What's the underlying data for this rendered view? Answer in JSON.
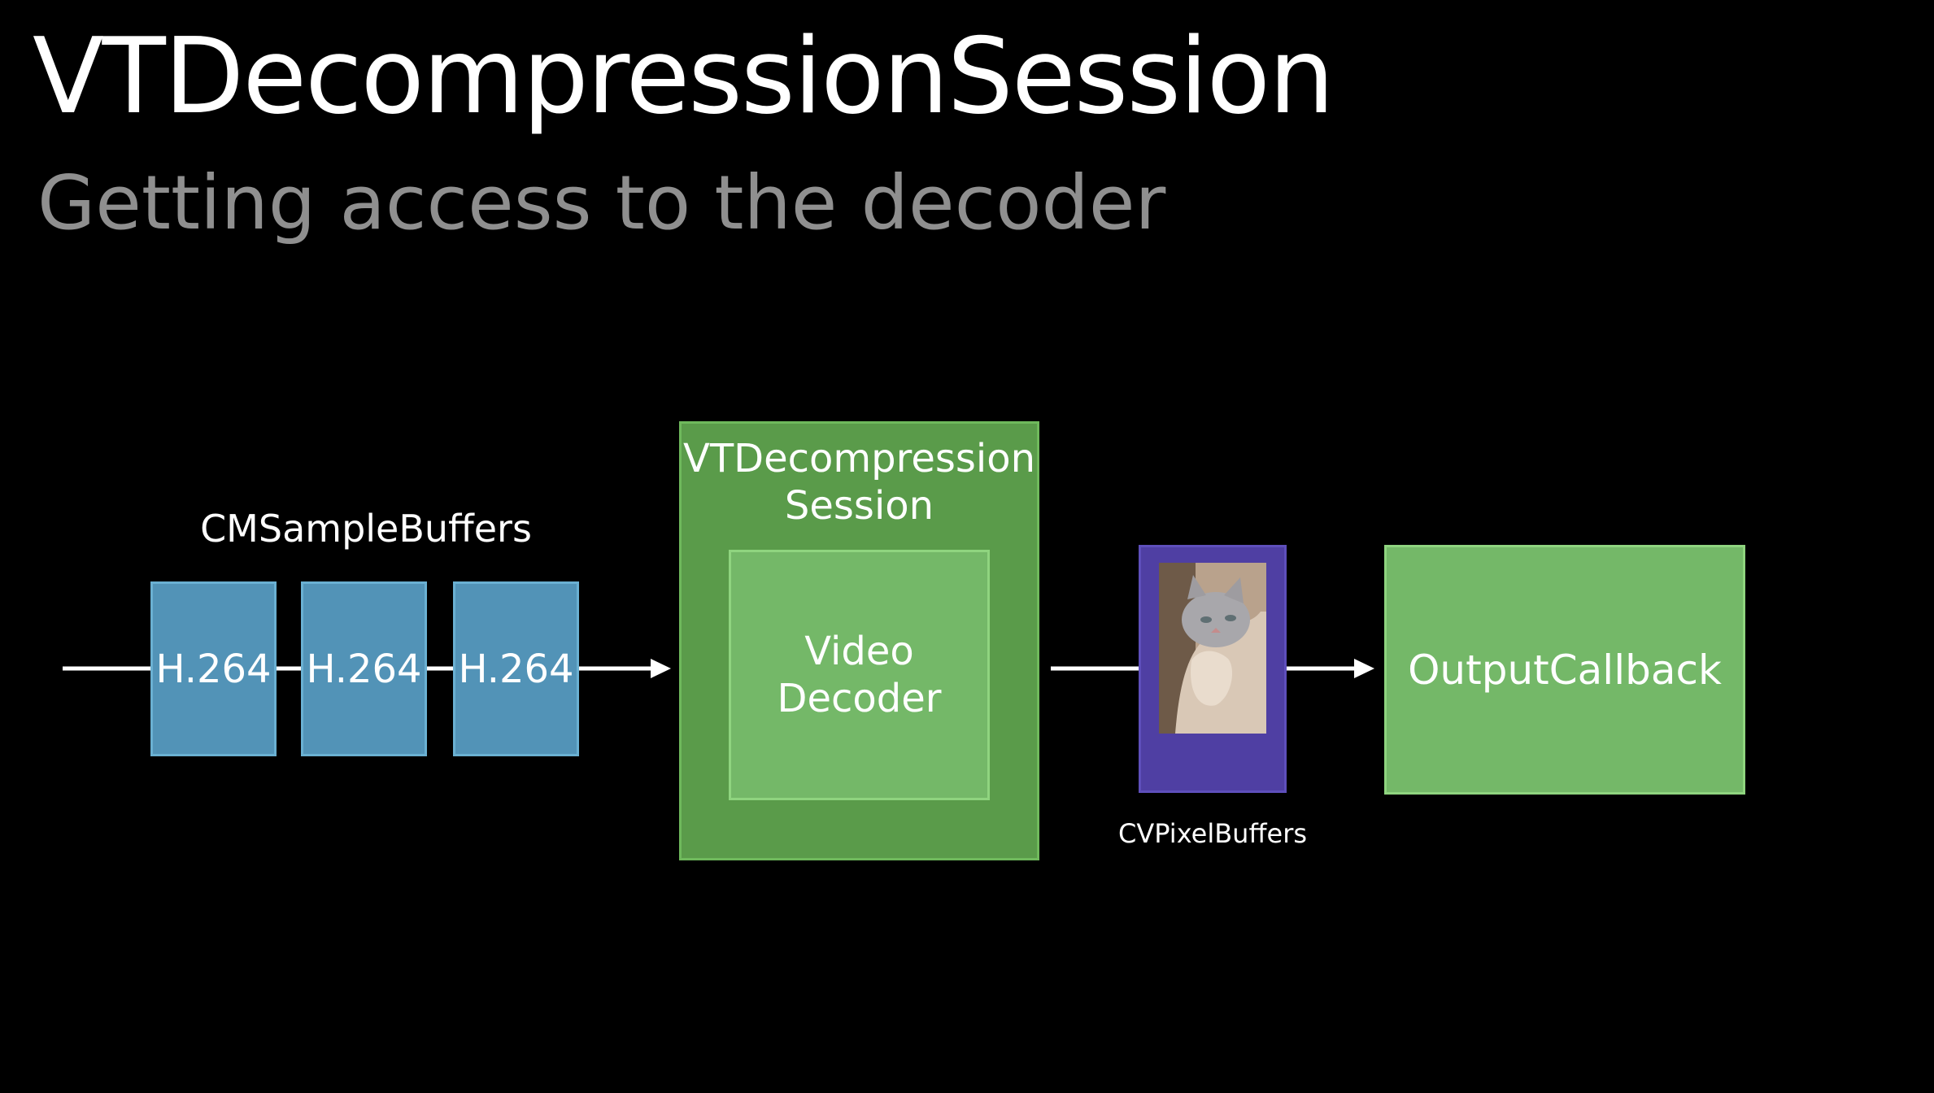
{
  "slide": {
    "title": "VTDecompressionSession",
    "subtitle": "Getting access to the decoder"
  },
  "diagram": {
    "buffers_label": "CMSampleBuffers",
    "sample_buffers": [
      "H.264",
      "H.264",
      "H.264"
    ],
    "session_label": "VTDecompression Session",
    "decoder_label": "Video Decoder",
    "pixel_buffers_label": "CVPixelBuffers",
    "output_callback_label": "OutputCallback"
  },
  "colors": {
    "background": "#000000",
    "sample_buffer": "#5293b7",
    "session": "#5a9b4a",
    "decoder": "#74b868",
    "pixel_buffer": "#4f3fa3",
    "callback": "#74b868",
    "arrow": "#ffffff",
    "subtitle": "#8f8f8f"
  },
  "icons": {
    "pixel_buffer_image": "cat-photo-image"
  }
}
